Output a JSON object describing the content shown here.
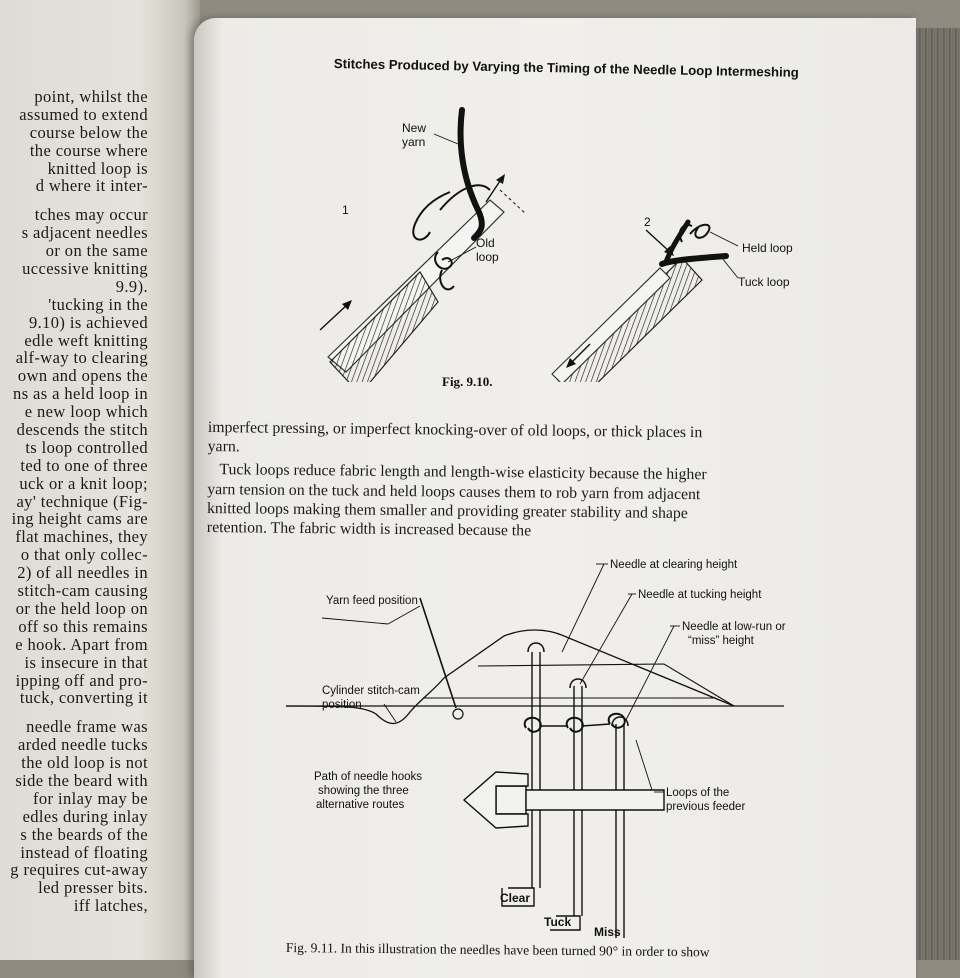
{
  "left_page": {
    "lines": [
      "point, whilst the",
      "assumed to extend",
      "course below the",
      "the course where",
      "knitted loop is",
      "d where it inter-",
      "",
      "tches may occur",
      "s adjacent needles",
      "or on the same",
      "uccessive knitting",
      "9.9).",
      "'tucking in the",
      "9.10) is achieved",
      "edle weft knitting",
      "alf-way to clearing",
      "own and opens the",
      "ns as a held loop in",
      "e new loop which",
      "descends the stitch",
      "ts loop controlled",
      "ted to one of three",
      "uck or a knit loop;",
      "ay' technique (Fig-",
      "ing height cams are",
      "flat machines, they",
      "o that only collec-",
      "2) of all needles in",
      "stitch-cam causing",
      "or the held loop on",
      "off so this remains",
      "e hook. Apart from",
      "is insecure in that",
      "ipping off and pro-",
      "tuck, converting it",
      "",
      "needle frame was",
      "arded needle tucks",
      "the old loop is not",
      "side the beard with",
      "for inlay may be",
      "edles during inlay",
      "s the beards of the",
      "instead of floating",
      "g requires cut-away",
      "led presser bits.",
      "iff latches,"
    ]
  },
  "right_page": {
    "running_head": "Stitches Produced by Varying the Timing of the Needle Loop Intermeshing",
    "figure_9_10": {
      "caption": "Fig. 9.10.",
      "panel_1_number": "1",
      "panel_2_number": "2",
      "labels": {
        "new_yarn_1": "New",
        "new_yarn_2": "yarn",
        "old_loop_1": "Old",
        "old_loop_2": "loop",
        "held_loop": "Held loop",
        "tuck_loop": "Tuck loop"
      }
    },
    "body": {
      "paragraph_1": "imperfect pressing, or imperfect knocking-over of old loops, or thick places in yarn.",
      "paragraph_2": "Tuck loops reduce fabric length and length-wise elasticity because the higher yarn tension on the tuck and held loops causes them to rob yarn from adjacent knitted loops making them smaller and providing greater stability and shape retention. The fabric width is increased because the"
    },
    "figure_9_11": {
      "labels": {
        "needle_clearing": "Needle at clearing height",
        "needle_tucking": "Needle at tucking height",
        "needle_miss_1": "Needle at low-run or",
        "needle_miss_2": "“miss” height",
        "yarn_feed": "Yarn feed position",
        "cam_1": "Cylinder stitch-cam",
        "cam_2": "position",
        "path_1": "Path of needle hooks",
        "path_2": "showing the three",
        "path_3": "alternative routes",
        "loops_1": "Loops of the",
        "loops_2": "previous feeder",
        "clear": "Clear",
        "tuck": "Tuck",
        "miss": "Miss"
      },
      "caption_fragment": "Fig. 9.11.  In this illustration the needles have been turned 90° in order to show"
    }
  }
}
